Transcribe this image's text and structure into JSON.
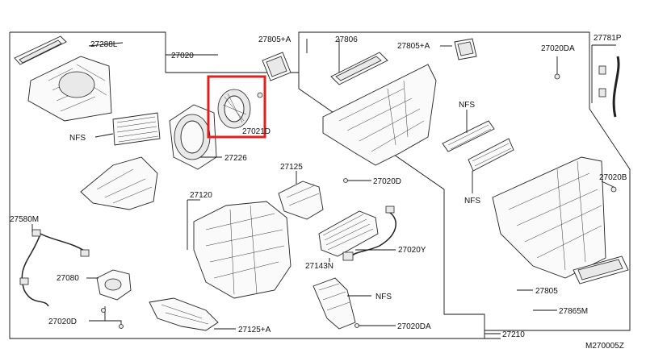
{
  "labels": {
    "l27288L": "27288L",
    "l27020": "27020",
    "l27805A_top": "27805+A",
    "l27806": "27806",
    "l27805A_top2": "27805+A",
    "l27020DA_top": "27020DA",
    "l27781P": "27781P",
    "l27021D": "27021D",
    "l27226": "27226",
    "nfs_left": "NFS",
    "nfs_mid1": "NFS",
    "nfs_mid2": "NFS",
    "nfs_bottom": "NFS",
    "l27020D_mid": "27020D",
    "l27125": "27125",
    "l27120": "27120",
    "l27020B": "27020B",
    "l27580M": "27580M",
    "l27143N": "27143N",
    "l27020Y": "27020Y",
    "l27080": "27080",
    "l27020D_bottom": "27020D",
    "l27125A": "27125+A",
    "l27020DA_bottom": "27020DA",
    "l27805": "27805",
    "l27865M": "27865M",
    "l27210": "27210",
    "diagram_code": "M270005Z"
  },
  "colors": {
    "highlight": "#e0201c",
    "line": "#111111"
  }
}
